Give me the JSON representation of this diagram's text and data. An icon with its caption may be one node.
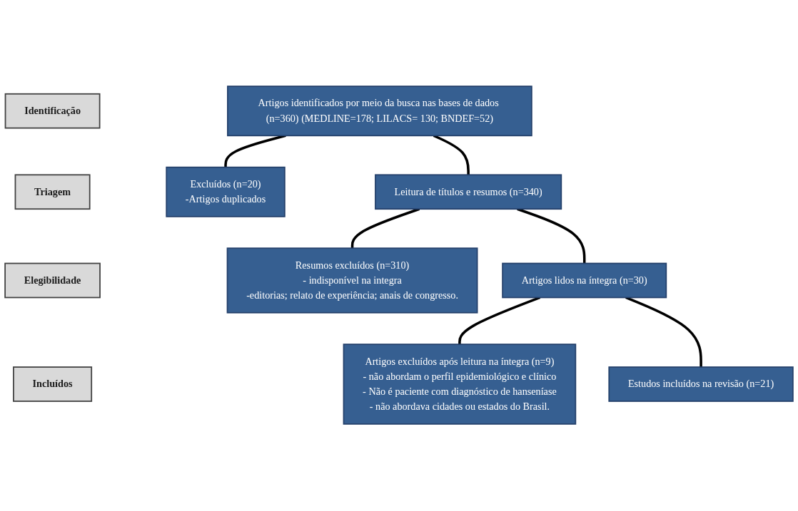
{
  "diagram": {
    "nodes": [
      {
        "text": [
          "Identificação"
        ]
      },
      {
        "text": [
          "Artigos identificados por meio da busca nas bases de dados (n=360) (MEDLINE=178; LILACS= 130; BNDEF=52)"
        ]
      },
      {
        "text": [
          "Excluídos (n=20)",
          "-Artigos duplicados"
        ]
      },
      {
        "text": [
          "Triagem"
        ]
      },
      {
        "text": [
          "Leitura de títulos e resumos (n=340)"
        ]
      },
      {
        "text": [
          "Resumos excluídos (n=310)",
          "- indisponível na integra",
          "-editorias; relato de experiência; anais de congresso."
        ]
      },
      {
        "text": [
          "Elegibilidade"
        ]
      },
      {
        "text": [
          "Artigos lidos na íntegra (n=30)"
        ]
      },
      {
        "text": [
          "Artigos excluídos após leitura na íntegra (n=9)",
          "- não abordam o perfil epidemiológico e clínico",
          "- Não é paciente com diagnóstico de hanseníase",
          "- não abordava cidades ou estados do Brasil."
        ]
      },
      {
        "text": [
          "Incluídos"
        ]
      },
      {
        "text": [
          "Estudos incluídos na revisão (n=21)"
        ]
      }
    ],
    "edges": [
      {
        "from": 1,
        "to": 2,
        "arrow": "none"
      },
      {
        "from": 1,
        "to": 4,
        "arrow": "none"
      },
      {
        "from": 4,
        "to": 5,
        "arrow": "none"
      },
      {
        "from": 4,
        "to": 7,
        "arrow": "none"
      },
      {
        "from": 7,
        "to": 8,
        "arrow": "none"
      },
      {
        "from": 7,
        "to": 10,
        "arrow": "none"
      }
    ]
  }
}
